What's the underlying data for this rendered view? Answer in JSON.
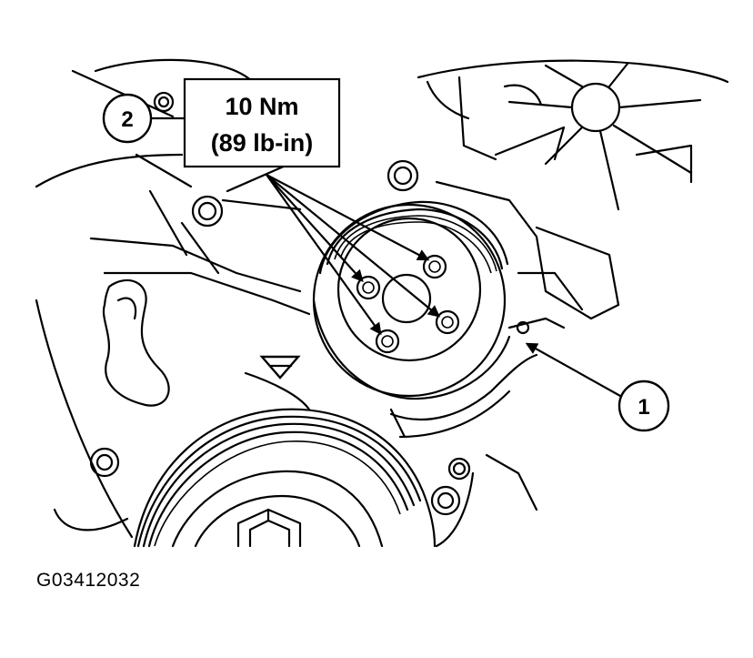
{
  "figure": {
    "torque_label": {
      "line1": "10 Nm",
      "line2": "(89 lb-in)"
    },
    "callouts": [
      "1",
      "2"
    ],
    "figure_id": "G03412032"
  }
}
